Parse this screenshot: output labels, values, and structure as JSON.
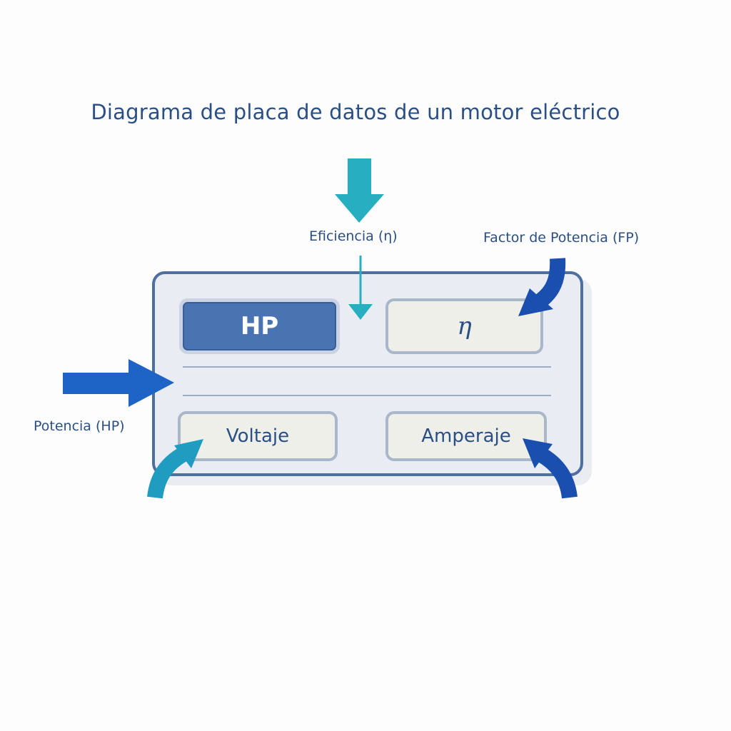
{
  "title": "Diagrama de placa de datos de un motor eléctrico",
  "labels": {
    "efficiency": "Eficiencia (η)",
    "power_factor": "Factor de Potencia (FP)",
    "power": "Potencia (HP)"
  },
  "plate": {
    "hp": "HP",
    "eta": "η",
    "voltage": "Voltaje",
    "amperage": "Amperaje"
  },
  "colors": {
    "teal_arrow": "#27aec0",
    "blue_arrow": "#1e63c6",
    "dark_blue_arrow": "#1a4fb0",
    "text": "#2a4f86",
    "hp_fill": "#4a73b2"
  }
}
